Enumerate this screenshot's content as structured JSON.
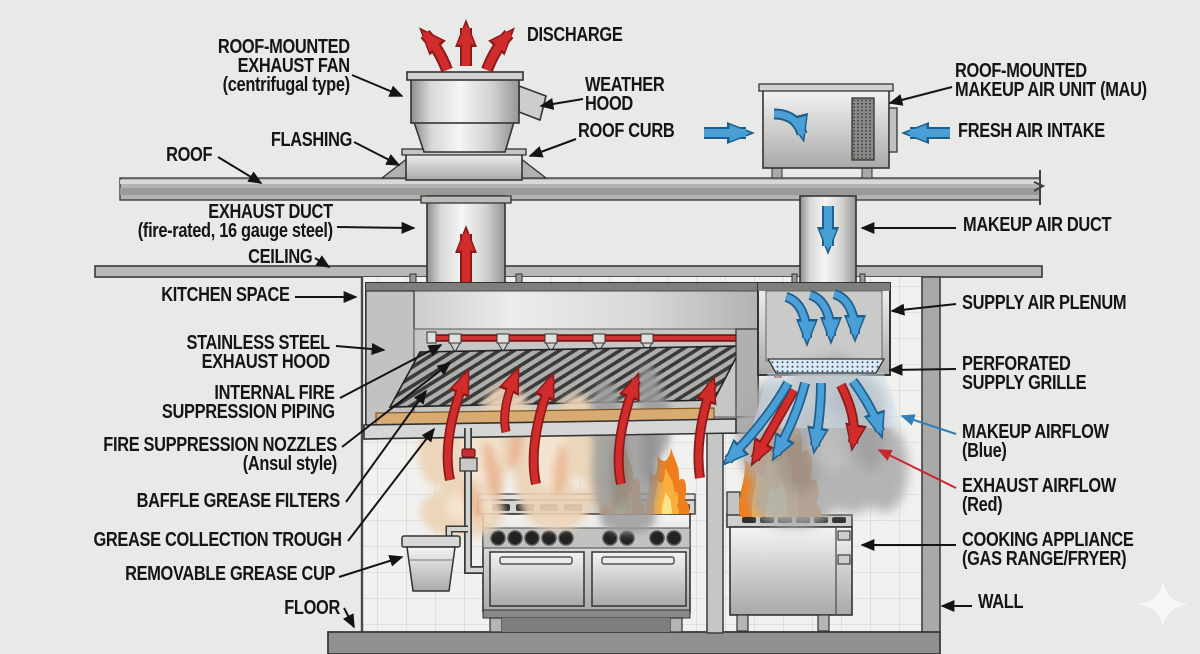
{
  "colors": {
    "background": "#e9e9e7",
    "label_text": "#151515",
    "exhaust_airflow_red": "#cf2b2b",
    "makeup_airflow_blue": "#4aa0d6",
    "metal_gray": "#c9c9c7",
    "grease_trough_tan": "#d7ab72",
    "fire_pipe_red": "#cc3333"
  },
  "icons": {
    "watermark": "sparkle-icon"
  },
  "labels": {
    "exhaust_fan": {
      "text": "ROOF-MOUNTED\nEXHAUST FAN\n(centrifugal type)"
    },
    "discharge": {
      "text": "DISCHARGE"
    },
    "weather_hood": {
      "text": "WEATHER\nHOOD"
    },
    "roof_curb": {
      "text": "ROOF CURB"
    },
    "flashing": {
      "text": "FLASHING"
    },
    "roof": {
      "text": "ROOF"
    },
    "exhaust_duct": {
      "text": "EXHAUST DUCT\n(fire-rated, 16 gauge steel)"
    },
    "ceiling": {
      "text": "CEILING"
    },
    "kitchen_space": {
      "text": "KITCHEN SPACE"
    },
    "exhaust_hood": {
      "text": "STAINLESS STEEL\nEXHAUST HOOD"
    },
    "suppression_piping": {
      "text": "INTERNAL FIRE\nSUPPRESSION PIPING"
    },
    "suppression_nozzles": {
      "text": "FIRE SUPPRESSION NOZZLES\n(Ansul style)"
    },
    "grease_filters": {
      "text": "BAFFLE GREASE FILTERS"
    },
    "grease_trough": {
      "text": "GREASE COLLECTION TROUGH"
    },
    "grease_cup": {
      "text": "REMOVABLE GREASE CUP"
    },
    "floor": {
      "text": "FLOOR"
    },
    "makeup_air_unit": {
      "text": "ROOF-MOUNTED\nMAKEUP AIR UNIT (MAU)"
    },
    "fresh_air_intake": {
      "text": "FRESH AIR INTAKE"
    },
    "makeup_air_duct": {
      "text": "MAKEUP AIR DUCT"
    },
    "supply_air_plenum": {
      "text": "SUPPLY AIR PLENUM"
    },
    "supply_grille": {
      "text": "PERFORATED\nSUPPLY GRILLE"
    },
    "makeup_airflow": {
      "text": "MAKEUP AIRFLOW\n(Blue)"
    },
    "exhaust_airflow": {
      "text": "EXHAUST AIRFLOW\n(Red)"
    },
    "cooking_appliance": {
      "text": "COOKING APPLIANCE\n(GAS RANGE/FRYER)"
    },
    "wall": {
      "text": "WALL"
    }
  }
}
